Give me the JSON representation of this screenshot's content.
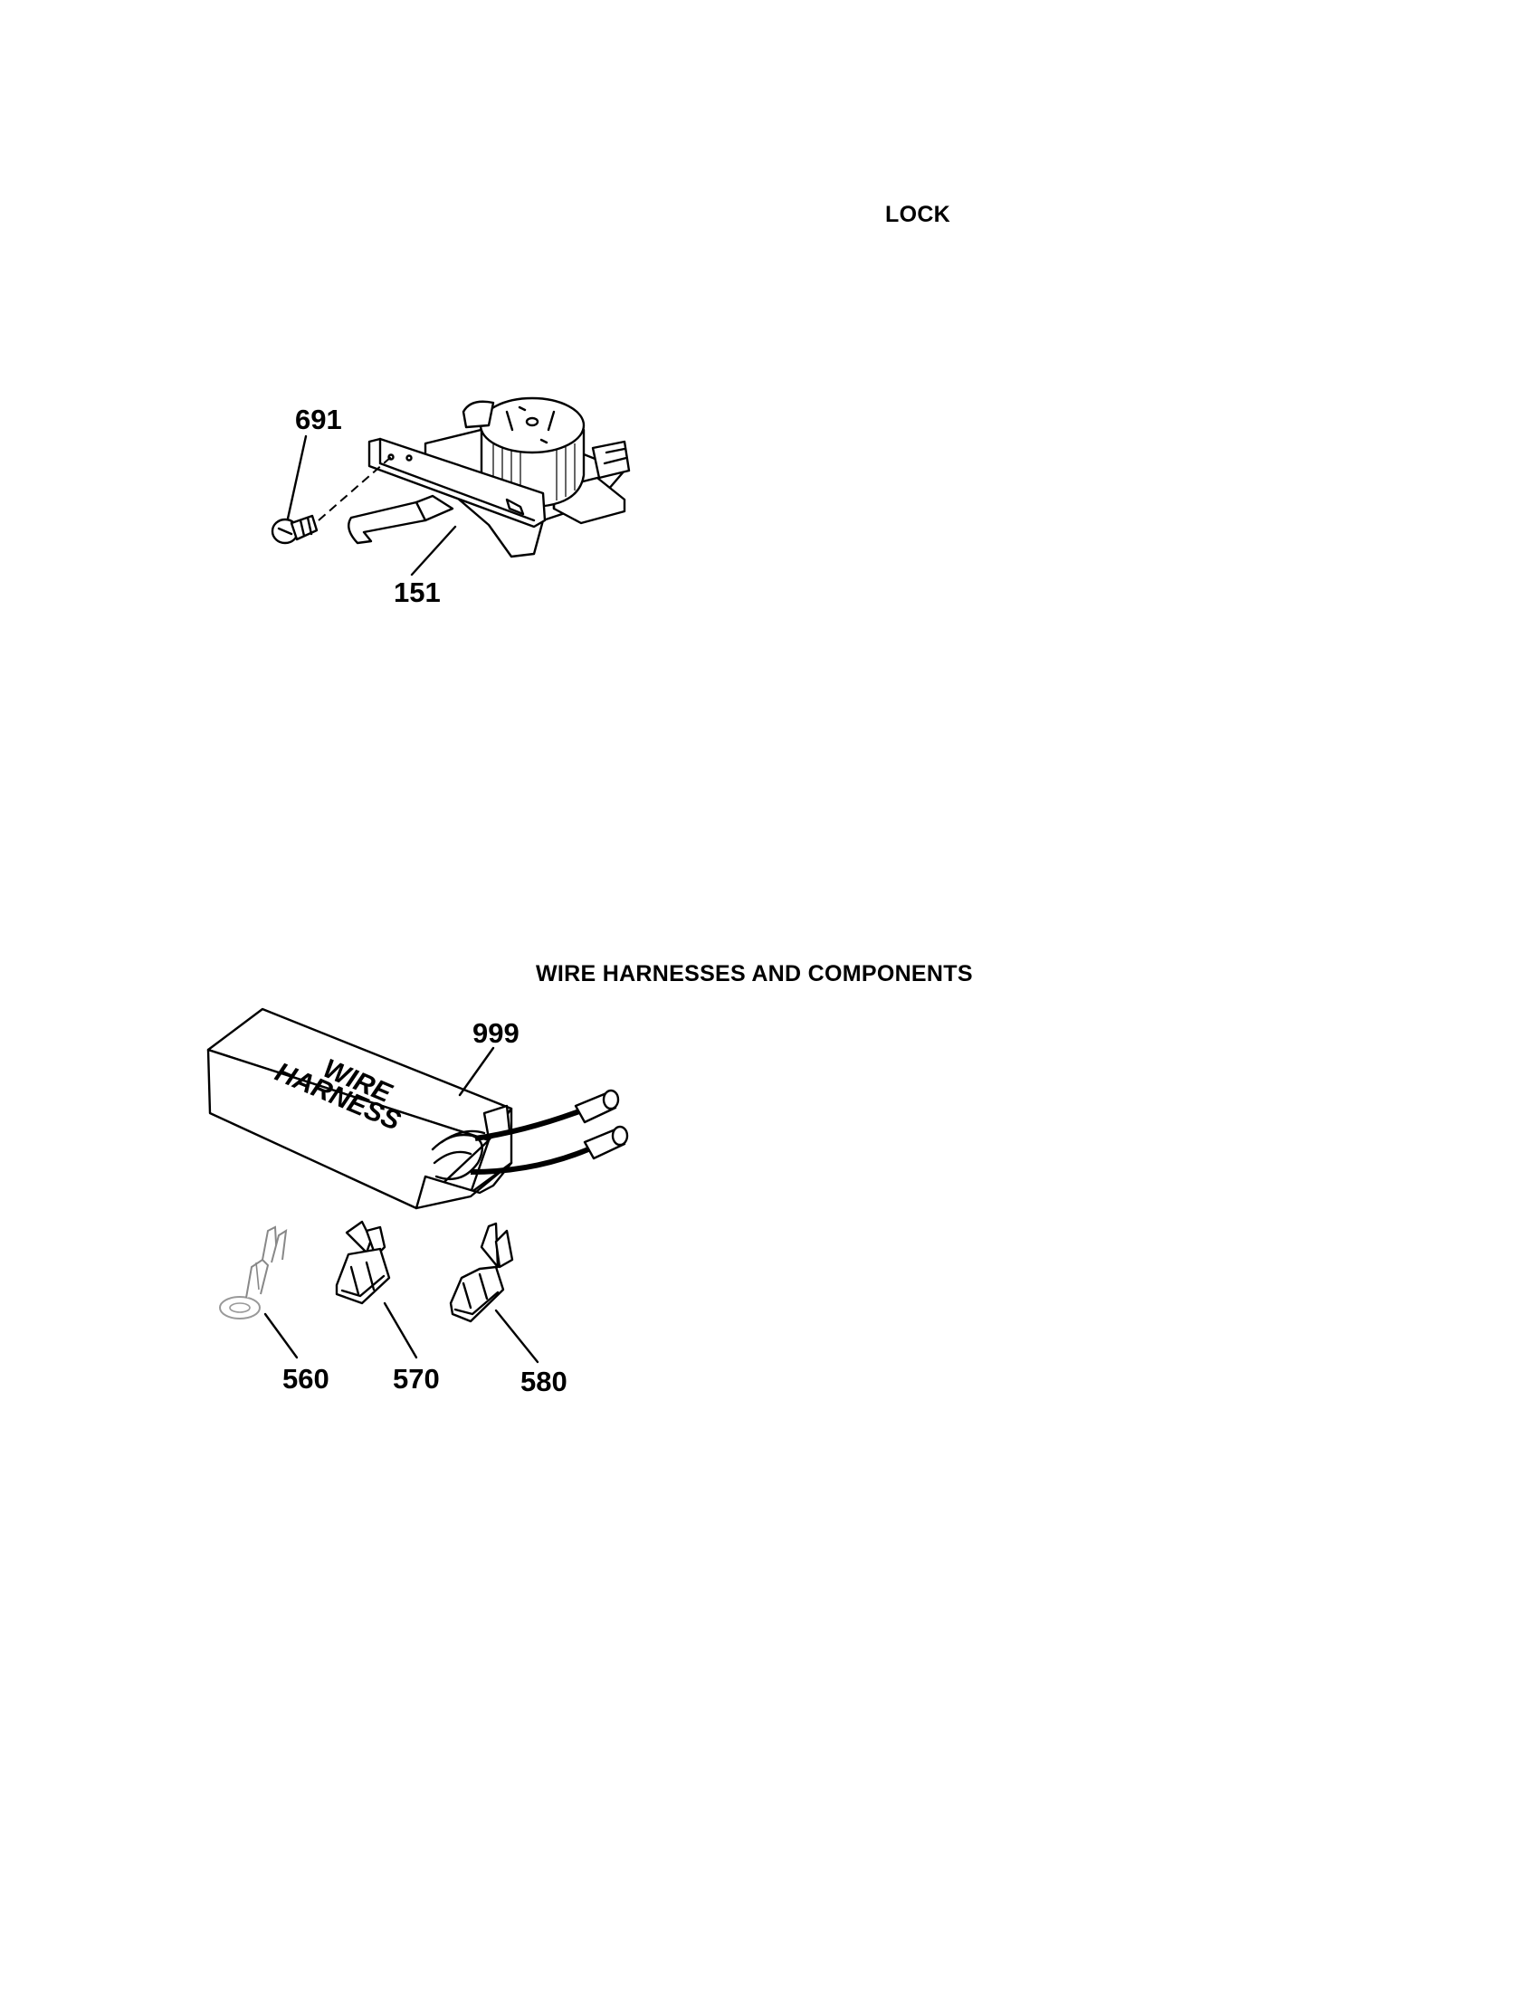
{
  "sections": {
    "lock": {
      "title": "LOCK",
      "parts": {
        "screw": "691",
        "lock_assembly": "151"
      }
    },
    "wire_harnesses": {
      "title": "WIRE HARNESSES AND COMPONENTS",
      "box_label_line1": "WIRE",
      "box_label_line2": "HARNESS",
      "parts": {
        "wire_harness": "999",
        "ring_terminal": "560",
        "flag_terminal": "570",
        "female_terminal": "580"
      }
    }
  }
}
